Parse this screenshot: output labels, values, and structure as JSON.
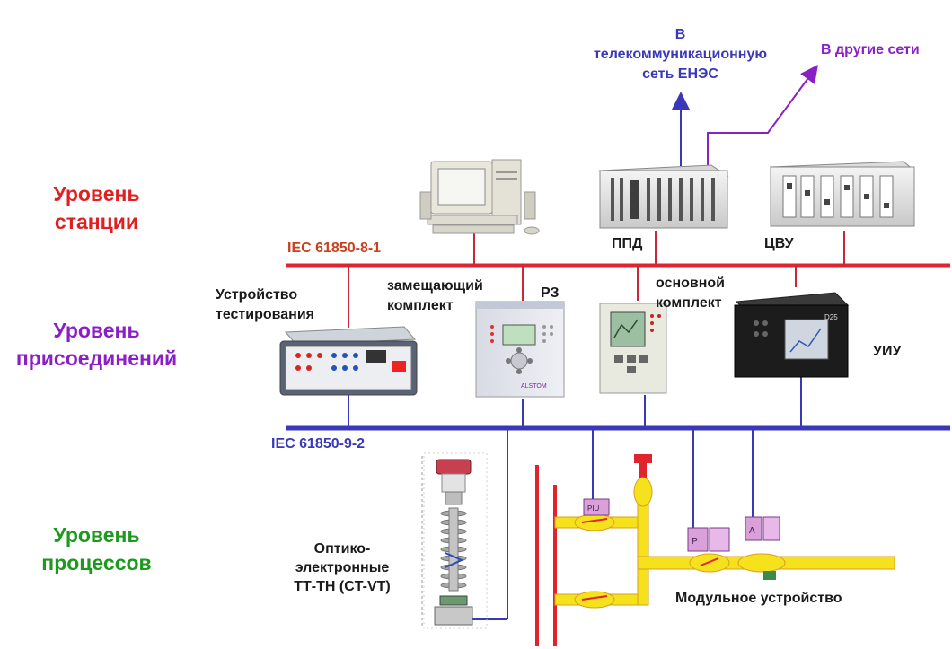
{
  "levels": {
    "station": {
      "line1": "Уровень",
      "line2": "станции",
      "color": "#e02020"
    },
    "bay": {
      "line1": "Уровень",
      "line2": "присоединений",
      "color": "#8b1fc6"
    },
    "process": {
      "line1": "Уровень",
      "line2": "процессов",
      "color": "#1c9a1c"
    }
  },
  "buses": {
    "station_bus": {
      "label": "IEC 61850-8-1",
      "color": "#e0242e",
      "label_color": "#c8401e"
    },
    "process_bus": {
      "label": "IEC 61850-9-2",
      "color": "#3a38b8",
      "label_color": "#3a38b8"
    }
  },
  "top": {
    "telecom": {
      "line1": "В",
      "line2": "телекоммуникационную",
      "line3": "сеть ЕНЭС",
      "color": "#3a38b8"
    },
    "other_nets": {
      "label": "В другие сети",
      "color": "#8b1fc6"
    }
  },
  "devices": {
    "ppd": "ППД",
    "cvu": "ЦВУ",
    "test_device": {
      "line1": "Устройство",
      "line2": "тестирования"
    },
    "backup_set": {
      "line1": "замещающий",
      "line2": "комплект"
    },
    "rz": "РЗ",
    "main_set": {
      "line1": "основной",
      "line2": "комплект"
    },
    "uiu": "УИУ",
    "optical": {
      "line1": "Оптико-",
      "line2": "электронные",
      "line3": "ТТ-ТН (CT-VT)"
    },
    "modular": "Модульное устройство"
  },
  "device_marks": {
    "backup_brand": "ALSTOM",
    "uiu_model": "D25",
    "module_letter_p": "P",
    "module_letter_a": "A",
    "module_code": "PIU"
  },
  "colors": {
    "busbar_yellow": "#f5e21c",
    "busbar_red": "#e0242e",
    "module_pink": "#d9a0d9"
  }
}
